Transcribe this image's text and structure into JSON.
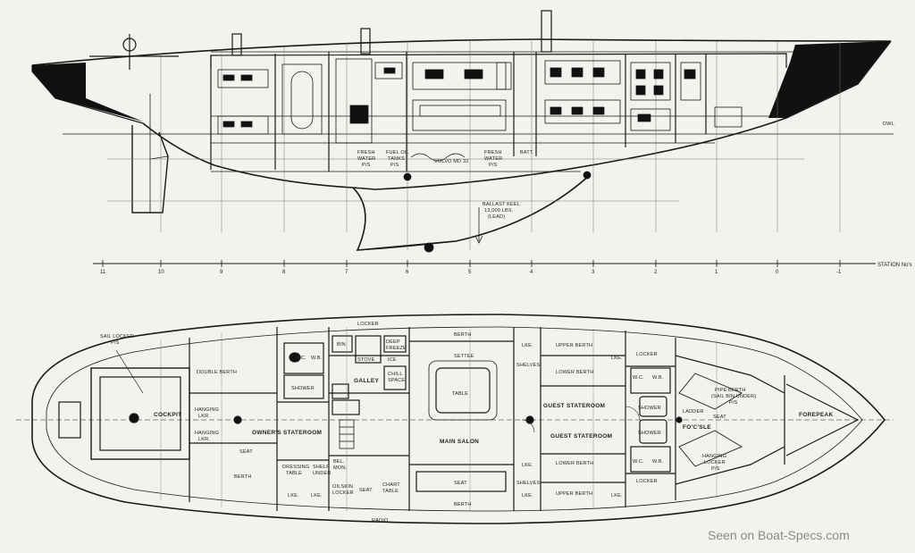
{
  "profile": {
    "labels": {
      "fresh_water_aft": [
        "FRESH",
        "WATER",
        "P/S"
      ],
      "fuel_oil": [
        "FUEL OIL",
        "TANKS",
        "P/S"
      ],
      "engine": "VOLVO MD 32",
      "fresh_water_fwd": [
        "FRESH",
        "WATER",
        "P/S"
      ],
      "batt": "BATT.",
      "ballast": [
        "BALLAST KEEL",
        "13,000 LBS.",
        "(LEAD)"
      ],
      "dwl": "DWL",
      "station_axis": "STATION No's"
    },
    "stations": [
      "11",
      "10",
      "9",
      "8",
      "7",
      "6",
      "5",
      "4",
      "3",
      "2",
      "1",
      "0",
      "-1"
    ]
  },
  "plan": {
    "labels": {
      "sail_locker": [
        "SAIL LOCKER",
        "P/S"
      ],
      "cockpit": "COCKPIT",
      "hanging_lkr_a": [
        "HANGING",
        "LKR."
      ],
      "hanging_lkr_b": [
        "HANGING",
        "LKR."
      ],
      "double_berth": "DOUBLE BERTH",
      "owners_stateroom": "OWNER'S STATEROOM",
      "seat_aft": "SEAT",
      "berth_aft": "BERTH",
      "wc_a": "W.C.",
      "wb_a": "W.B.",
      "shower_a": "SHOWER",
      "dressing_table": [
        "DRESSING",
        "TABLE"
      ],
      "shelf_under": [
        "SHELF",
        "UNDER"
      ],
      "lke_a": "LKE.",
      "lke_b": "LKE.",
      "locker_top": "LOCKER",
      "bin": "BIN",
      "stove": "STOVE",
      "deep_freeze": [
        "DEEP",
        "FREEZE"
      ],
      "ice": "ICE",
      "galley": "GALLEY",
      "chill_space": [
        "CHILL",
        "SPACE"
      ],
      "oilskin_locker": [
        "OILSKIN",
        "LOCKER"
      ],
      "seat_nav": "SEAT",
      "chart_table": [
        "CHART",
        "TABLE"
      ],
      "radio": "RADIO",
      "bel_mon": [
        "BEL.",
        "MON."
      ],
      "settee_top": "SETTEE",
      "table": "TABLE",
      "main_salon": "MAIN SALON",
      "seat_salon": "SEAT",
      "berth_salon_top": "BERTH",
      "berth_salon_bot": "BERTH",
      "lke_c": "LKE.",
      "lke_d": "LKE.",
      "shelves_a": "SHELVES",
      "shelves_b": "SHELVES",
      "lke_e": "LKE.",
      "lke_f": "LKE.",
      "upper_berth_top": "UPPER BERTH",
      "lower_berth_top": "LOWER BERTH",
      "guest_stateroom_a": "GUEST STATEROOM",
      "guest_stateroom_b": "GUEST STATEROOM",
      "lower_berth_bot": "LOWER BERTH",
      "upper_berth_bot": "UPPER BERTH",
      "lke_g": "LKE.",
      "locker_fwd_top": "LOCKER",
      "locker_fwd_bot": "LOCKER",
      "wc_b": "W.C.",
      "wb_b": "W.B.",
      "shower_b": "SHOWER",
      "shower_c": "SHOWER",
      "wc_c": "W.C.",
      "wb_c": "W.B.",
      "ladder": "LADDER",
      "seat_fwd": "SEAT",
      "pipe_berth": [
        "PIPE BERTH",
        "(SAIL BIN UNDER)",
        "P/S"
      ],
      "fo_c_sle": "FO'C'SLE",
      "hanging_locker_fwd": [
        "HANGING",
        "LOCKER",
        "P/S"
      ],
      "forepeak": "FOREPEAK"
    }
  },
  "watermark": "Seen on Boat-Specs.com"
}
